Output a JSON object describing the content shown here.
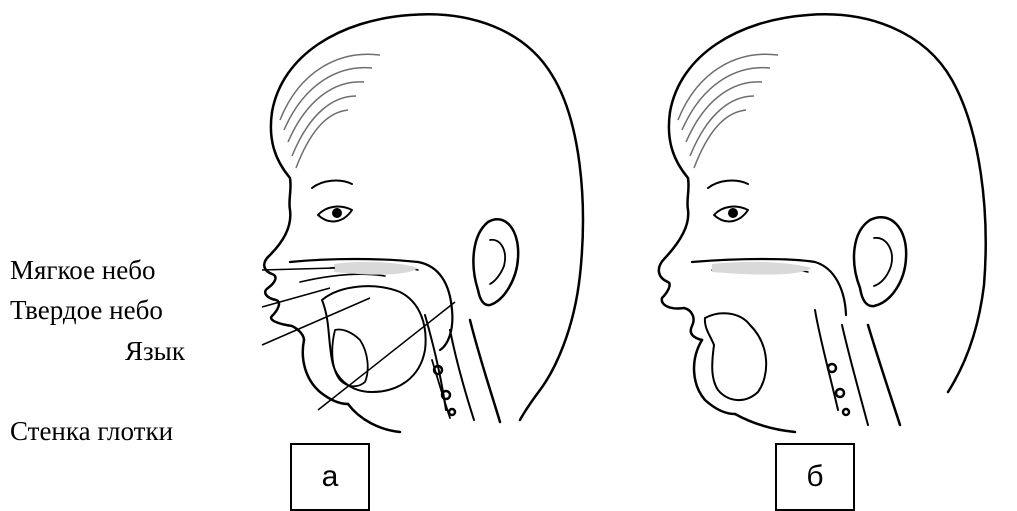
{
  "labels": {
    "soft_palate": "Мягкое небо",
    "hard_palate": "Твердое небо",
    "tongue": "Язык",
    "pharynx_wall": "Стенка глотки"
  },
  "panels": {
    "a": "а",
    "b": "б"
  },
  "colors": {
    "ink": "#000000",
    "hair": "#6e6e6e",
    "palate_fill": "#d9d9d9"
  }
}
